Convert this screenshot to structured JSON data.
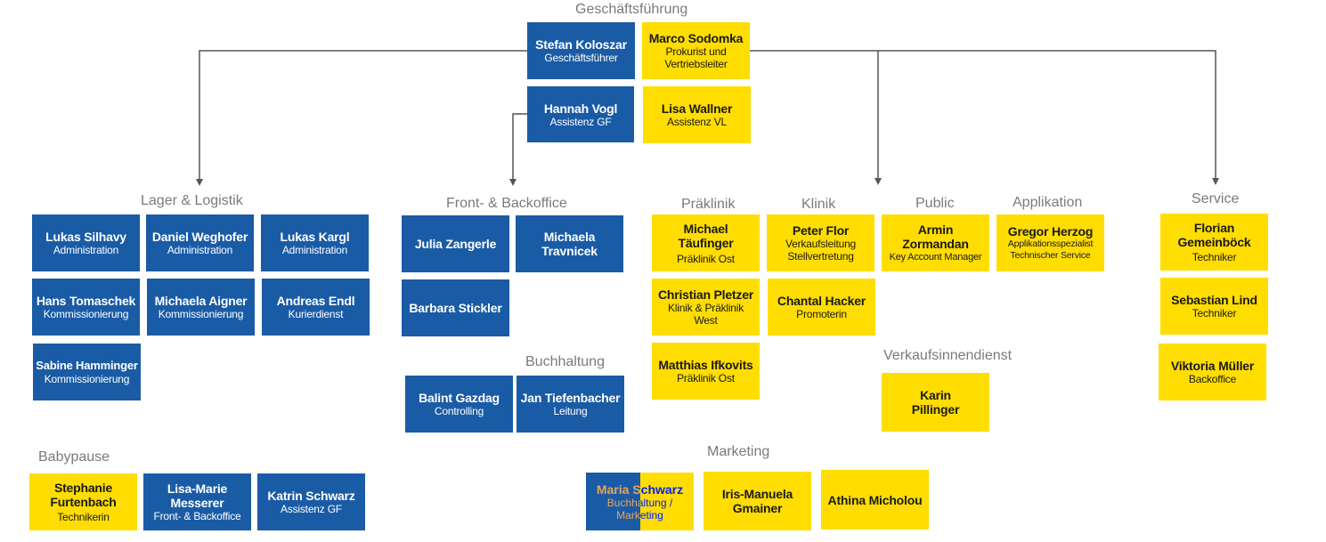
{
  "sections": {
    "geschaeftsfuehrung": "Geschäftsführung",
    "lager": "Lager & Logistik",
    "front": "Front- & Backoffice",
    "buchhaltung": "Buchhaltung",
    "praeklinik": "Präklinik",
    "klinik": "Klinik",
    "public": "Public",
    "applikation": "Applikation",
    "service": "Service",
    "verkaufsinnendienst": "Verkaufsinnendienst",
    "babypause": "Babypause",
    "marketing": "Marketing"
  },
  "colors": {
    "blue": "#1a5ba6",
    "yellow": "#ffdd00",
    "line": "#555555",
    "heading": "#7a7a7a"
  },
  "people": {
    "koloszar": {
      "name": "Stefan Koloszar",
      "role": "Geschäftsführer"
    },
    "sodomka": {
      "name": "Marco Sodomka",
      "role": "Prokurist und Vertriebsleiter"
    },
    "vogl": {
      "name": "Hannah Vogl",
      "role": "Assistenz GF"
    },
    "wallner": {
      "name": "Lisa Wallner",
      "role": "Assistenz VL"
    },
    "silhavy": {
      "name": "Lukas Silhavy",
      "role": "Administration"
    },
    "weghofer": {
      "name": "Daniel Weghofer",
      "role": "Administration"
    },
    "kargl": {
      "name": "Lukas Kargl",
      "role": "Administration"
    },
    "tomaschek": {
      "name": "Hans Tomaschek",
      "role": "Kommissionierung"
    },
    "aigner": {
      "name": "Michaela Aigner",
      "role": "Kommissionierung"
    },
    "endl": {
      "name": "Andreas Endl",
      "role": "Kurierdienst"
    },
    "hamminger": {
      "name": "Sabine Hamminger",
      "role": "Kommissionierung"
    },
    "zangerle": {
      "name": "Julia Zangerle"
    },
    "travnicek": {
      "name": "Michaela Travnicek"
    },
    "stickler": {
      "name": "Barbara Stickler"
    },
    "gazdag": {
      "name": "Balint Gazdag",
      "role": "Controlling"
    },
    "tiefenbacher": {
      "name": "Jan Tiefenbacher",
      "role": "Leitung"
    },
    "taeufinger": {
      "name": "Michael Täufinger",
      "role": "Präklinik Ost"
    },
    "pletzer": {
      "name": "Christian Pletzer",
      "role": "Klinik & Präklinik West"
    },
    "ifkovits": {
      "name": "Matthias Ifkovits",
      "role": "Präklinik Ost"
    },
    "flor": {
      "name": "Peter Flor",
      "role": "Verkaufsleitung Stellvertretung"
    },
    "hacker": {
      "name": "Chantal Hacker",
      "role": "Promoterin"
    },
    "zormandan": {
      "name": "Armin Zormandan",
      "role": "Key Account Manager"
    },
    "herzog": {
      "name": "Gregor Herzog",
      "role": "Applikationsspezialist Technischer Service"
    },
    "pillinger": {
      "name": "Karin Pillinger"
    },
    "gemeinboeck": {
      "name": "Florian Gemeinböck",
      "role": "Techniker"
    },
    "lind": {
      "name": "Sebastian Lind",
      "role": "Techniker"
    },
    "mueller": {
      "name": "Viktoria Müller",
      "role": "Backoffice"
    },
    "furtenbach": {
      "name": "Stephanie Furtenbach",
      "role": "Technikerin"
    },
    "messerer": {
      "name": "Lisa-Marie Messerer",
      "role": "Front- & Backoffice"
    },
    "schwarz_katrin": {
      "name": "Katrin Schwarz",
      "role": "Assistenz GF"
    },
    "schwarz_maria": {
      "name": "Maria Schwarz",
      "role": "Buchhaltung / Marketing"
    },
    "gmainer": {
      "name": "Iris-Manuela Gmainer"
    },
    "micholou": {
      "name": "Athina Micholou"
    }
  }
}
